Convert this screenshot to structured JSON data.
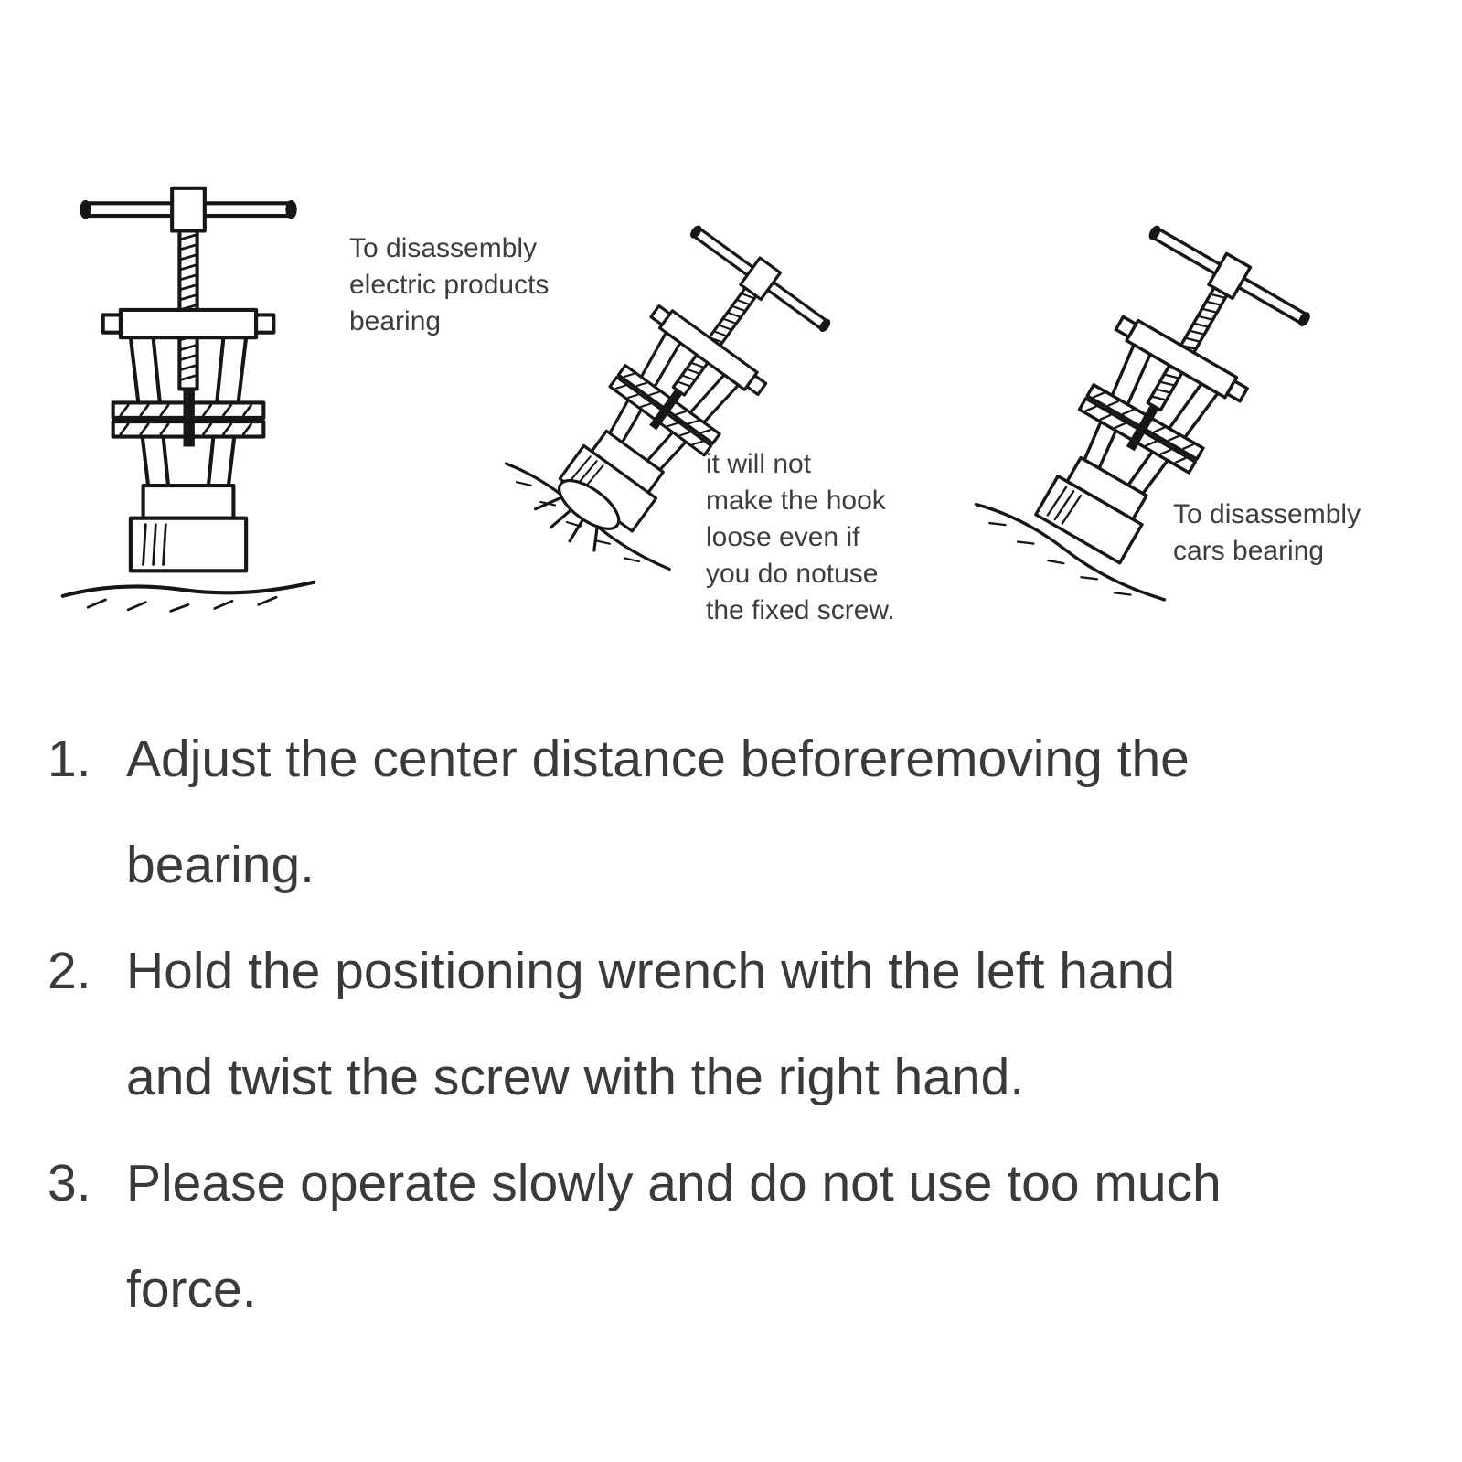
{
  "figure": {
    "illustrations": [
      {
        "name": "upright-bearing-puller",
        "label": "To disassembly\nelectric products\nbearing"
      },
      {
        "name": "tilted-bearing-puller-on-gear",
        "label": "it will not\nmake the hook\nloose even if\nyou do notuse\nthe fixed screw."
      },
      {
        "name": "tilted-bearing-puller-cars",
        "label": "To disassembly\ncars bearing"
      }
    ]
  },
  "instructions": [
    {
      "number": "1.",
      "text": "Adjust the center distance beforeremoving the\nbearing."
    },
    {
      "number": "2.",
      "text": "Hold the positioning wrench with the left hand\nand twist the screw with the right hand."
    },
    {
      "number": "3.",
      "text": "Please operate slowly and do not use too much\nforce."
    }
  ],
  "colors": {
    "background": "#ffffff",
    "line_art_ink": "#161616",
    "text": "#3a3a3a"
  }
}
